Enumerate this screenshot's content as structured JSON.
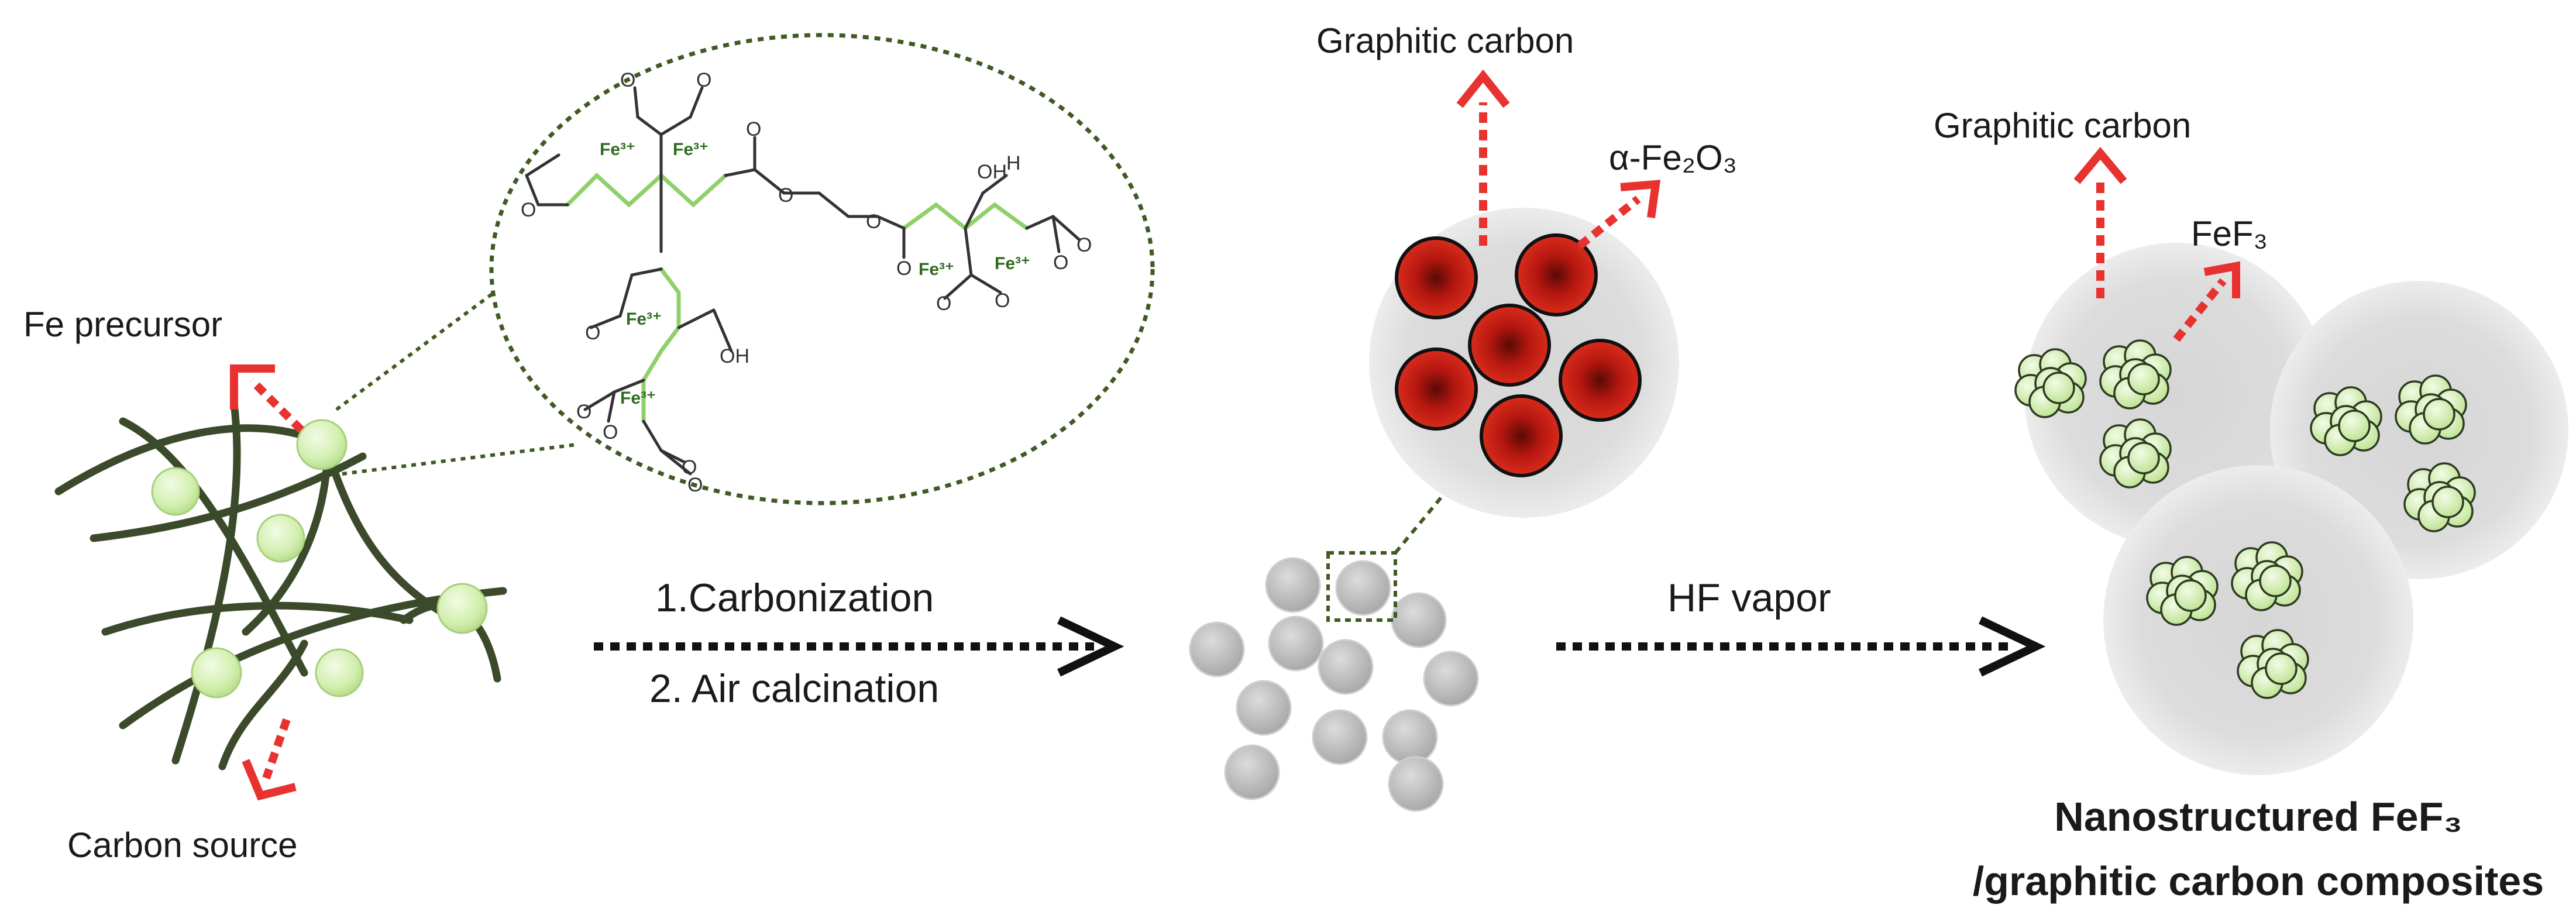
{
  "labels": {
    "fe_precursor": "Fe precursor",
    "carbon_source": "Carbon source",
    "step1": "1.Carbonization",
    "step2": "2. Air calcination",
    "hf_vapor": "HF vapor",
    "graphitic_carbon_1": "Graphitic carbon",
    "alpha_fe2o3": "α-Fe₂O₃",
    "graphitic_carbon_2": "Graphitic carbon",
    "fef3": "FeF₃",
    "title_line1": "Nanostructured FeF₃",
    "title_line2": "/graphitic carbon composites"
  },
  "molecule": {
    "fe_label": "Fe³⁺",
    "o_label": "O",
    "oh_label": "OH",
    "h_label": "H"
  },
  "colors": {
    "fiber": "#3b4a2b",
    "precursor_sphere": "#d9f2b8",
    "red_arrow": "#e8322f",
    "hematite": "#c0140e",
    "halo": "#d8d8d8",
    "gray_particle": "#b8b8b8",
    "fef3_particle": "#cfeeaa",
    "dotted_green": "#3f5a22",
    "black_arrow": "#111111"
  }
}
